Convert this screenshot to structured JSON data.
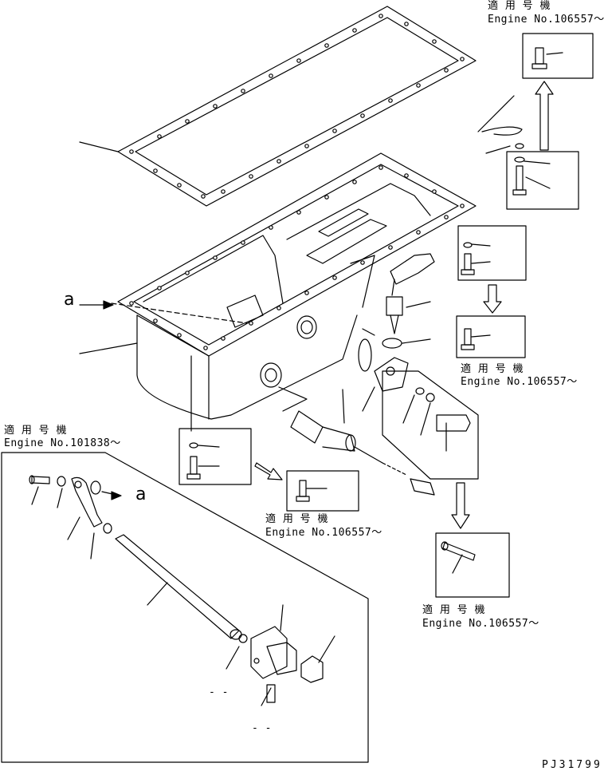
{
  "notes": {
    "top_right_jp": "適 用 号 機",
    "top_right_en": "Engine No.106557～",
    "mid_right_jp": "適 用 号 機",
    "mid_right_en": "Engine No.106557～",
    "bottom_center_jp": "適 用 号 機",
    "bottom_center_en": "Engine No.106557～",
    "bottom_right_jp": "適 用 号 機",
    "bottom_right_en": "Engine No.106557～",
    "left_jp": "適 用 号 機",
    "left_en": "Engine No.101838～"
  },
  "ref_a_main": "a",
  "ref_a_inset": "a",
  "drawing_no": "PJ31799",
  "dash_1": "- -",
  "dash_2": "- -"
}
